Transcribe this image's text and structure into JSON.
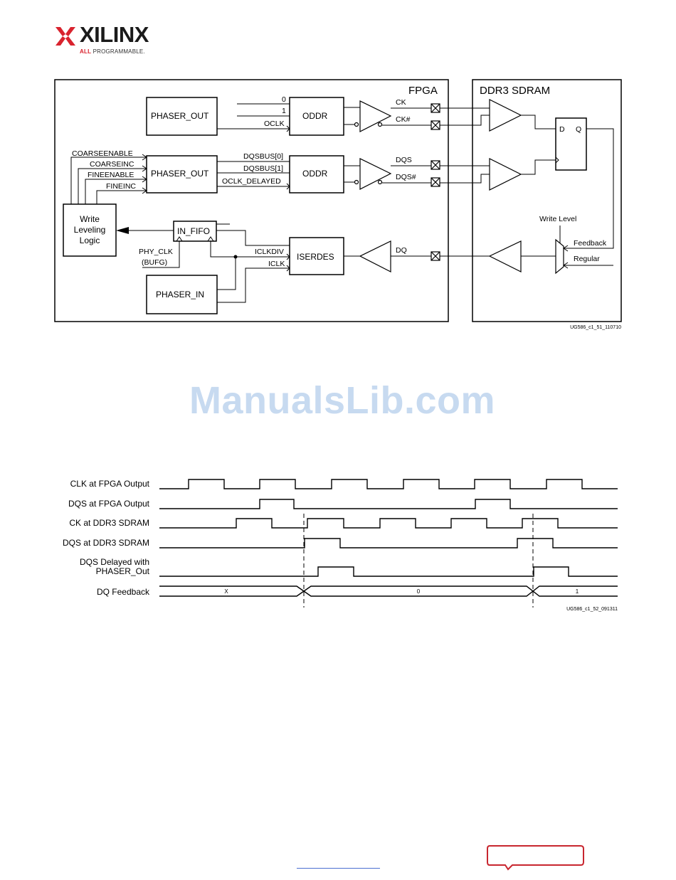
{
  "header": {
    "brand": "XILINX",
    "tagline_prefix": "ALL",
    "tagline_rest": " PROGRAMMABLE."
  },
  "diagram1": {
    "fpga_title": "FPGA",
    "ddr3_title": "DDR3 SDRAM",
    "phaser_out": "PHASER_OUT",
    "phaser_in": "PHASER_IN",
    "oddr": "ODDR",
    "iserdes": "ISERDES",
    "in_fifo": "IN_FIFO",
    "write_leveling": [
      "Write",
      "Leveling",
      "Logic"
    ],
    "sig_0": "0",
    "sig_1": "1",
    "oclk": "OCLK",
    "ck": "CK",
    "ck_n": "CK#",
    "coarseenable": "COARSEENABLE",
    "coarseinc": "COARSEINC",
    "fineenable": "FINEENABLE",
    "fineinc": "FINEINC",
    "dqsbus0": "DQSBUS[0]",
    "dqsbus1": "DQSBUS[1]",
    "oclk_delayed": "OCLK_DELAYED",
    "dqs": "DQS",
    "dqs_n": "DQS#",
    "dq": "DQ",
    "iclkdiv": "ICLKDIV",
    "iclk": "ICLK",
    "phy_clk": "PHY_CLK",
    "bufg": "(BUFG)",
    "ff_d": "D",
    "ff_q": "Q",
    "write_level": "Write Level",
    "feedback": "Feedback",
    "regular": "Regular",
    "figure_id": "UG586_c1_51_110710"
  },
  "watermark": "ManualsLib.com",
  "diagram2": {
    "rows": [
      "CLK at FPGA Output",
      "DQS at FPGA Output",
      "CK at DDR3 SDRAM",
      "DQS at DDR3 SDRAM"
    ],
    "dqs_delayed_line1": "DQS Delayed with",
    "dqs_delayed_line2": "PHASER_Out",
    "dq_feedback": "DQ Feedback",
    "bus_values": [
      "X",
      "0",
      "1"
    ],
    "figure_id": "UG586_c1_52_091311"
  }
}
